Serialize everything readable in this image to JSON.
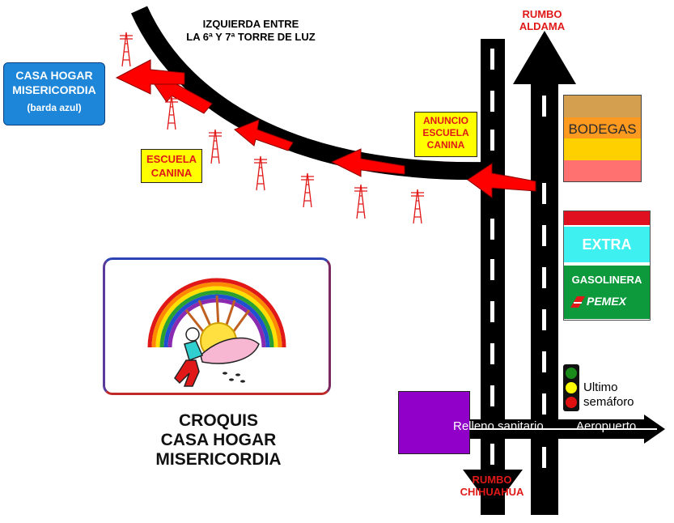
{
  "map": {
    "top_note": [
      "IZQUIERDA ENTRE",
      "LA 6ª Y 7ª TORRE DE LUZ"
    ],
    "casa_hogar": {
      "lines": [
        "CASA HOGAR",
        "MISERICORDIA"
      ],
      "note": "(barda azul)"
    },
    "escuela_canina": [
      "ESCUELA",
      "CANINA"
    ],
    "anuncio": [
      "ANUNCIO",
      "ESCUELA",
      "CANINA"
    ],
    "rumbo_aldama": [
      "RUMBO",
      "ALDAMA"
    ],
    "rumbo_chihuahua": [
      "RUMBO",
      "CHIHUAHUA"
    ],
    "bodegas": "BODEGAS",
    "extra": "EXTRA",
    "gasolinera": "GASOLINERA",
    "pemex": "PEMEX",
    "semaforo": [
      "Ultimo",
      "semáforo"
    ],
    "relleno": "Relleno sanitario",
    "aeropuerto": "Aeropuerto",
    "croquis_title": [
      "CROQUIS",
      "CASA HOGAR MISERICORDIA"
    ]
  },
  "colors": {
    "road": "#000000",
    "arrow": "#ff0000",
    "casa_box": "#1e86d8",
    "sign": "#ffff00",
    "bodegas_bands": [
      "#d4a050",
      "#ff9a20",
      "#ffd000",
      "#ff7070"
    ],
    "extra_red": "#e01020",
    "extra_cyan": "#3ff0f0",
    "pemex_green": "#0c9a3c",
    "landfill": "#9000c8",
    "light_green": "#1a8a1a",
    "light_yellow": "#ffff00",
    "light_red": "#e01010"
  },
  "icons": [
    "power-tower-icon",
    "traffic-light-icon",
    "pemex-logo-icon",
    "rainbow-logo-icon"
  ]
}
